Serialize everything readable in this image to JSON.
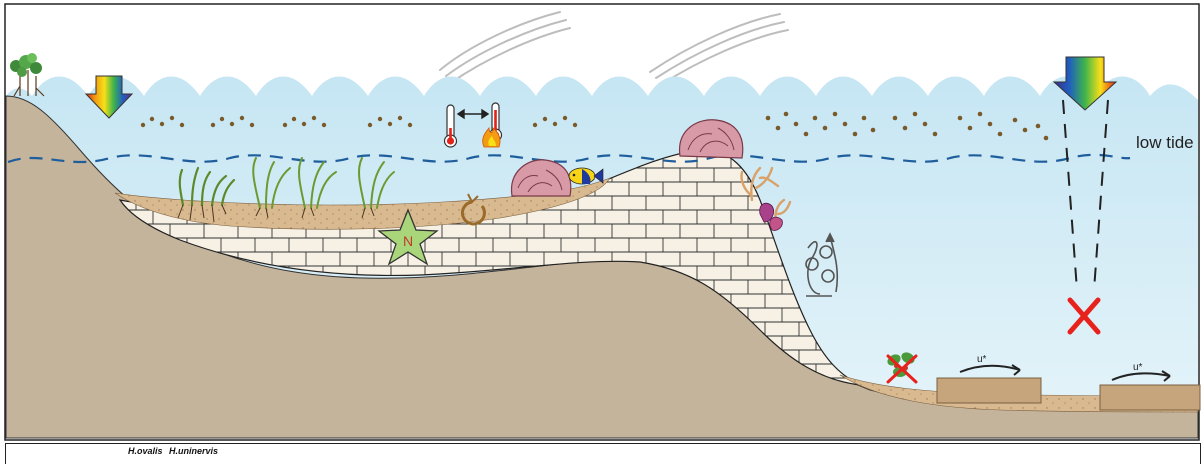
{
  "labels": {
    "low_tide": "low tide",
    "nutrient_marker": "N",
    "friction_velocity": "u*"
  },
  "legend": {
    "species": [
      "H.ovalis",
      "H.uninervis"
    ]
  },
  "colors": {
    "water": "#d6eef7",
    "sediment": "#d9b98f",
    "bedrock": "#c5b49c",
    "reef_base": "#f4efe3",
    "tide_line": "#1f5e9c",
    "x_mark": "#e8211d",
    "star_fill": "#a9d67a"
  },
  "icons": [
    "light-arrow-icon",
    "thermometer-icon",
    "fire-icon",
    "recycle-icon",
    "turbulence-icon",
    "seagrass-icon",
    "coral-icon",
    "fish-icon",
    "cloud-icon",
    "tree-icon"
  ]
}
